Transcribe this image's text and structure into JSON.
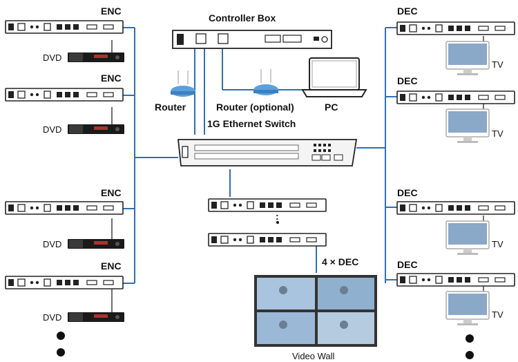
{
  "labels": {
    "enc": "ENC",
    "dec": "DEC",
    "dvd": "DVD",
    "tv": "TV",
    "controller": "Controller Box",
    "router": "Router",
    "router_optional": "Router (optional)",
    "pc": "PC",
    "switch": "1G Ethernet Switch",
    "dec_count": "4 × DEC",
    "video_wall": "Video Wall",
    "vdots": ":"
  },
  "colors": {
    "bus": "#2f6fb3",
    "device": "#222222",
    "router": "#5aa0dd",
    "switch_face": "#f4f4f4"
  },
  "icons": [
    "encoder-device",
    "decoder-device",
    "dvd-player",
    "tv-monitor",
    "router",
    "laptop",
    "ethernet-switch",
    "video-wall"
  ]
}
